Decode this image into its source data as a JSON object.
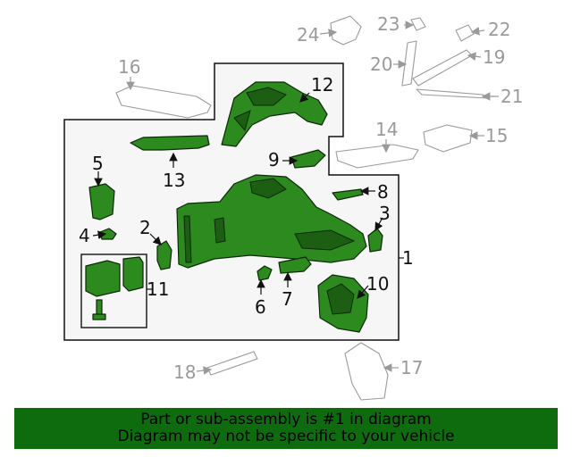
{
  "callouts": {
    "c1": "1",
    "c2": "2",
    "c3": "3",
    "c4": "4",
    "c5": "5",
    "c6": "6",
    "c7": "7",
    "c8": "8",
    "c9": "9",
    "c10": "10",
    "c11": "11",
    "c12": "12",
    "c13": "13",
    "c14": "14",
    "c15": "15",
    "c16": "16",
    "c17": "17",
    "c18": "18",
    "c19": "19",
    "c20": "20",
    "c21": "21",
    "c22": "22",
    "c23": "23",
    "c24": "24"
  },
  "banner": {
    "line1": "Part or sub-assembly is #1 in diagram",
    "line2": "Diagram may not be specific to your vehicle"
  },
  "colors": {
    "highlight": "#2d8a1f",
    "banner": "#0e6b0e",
    "outline": "#9a9a9a"
  }
}
